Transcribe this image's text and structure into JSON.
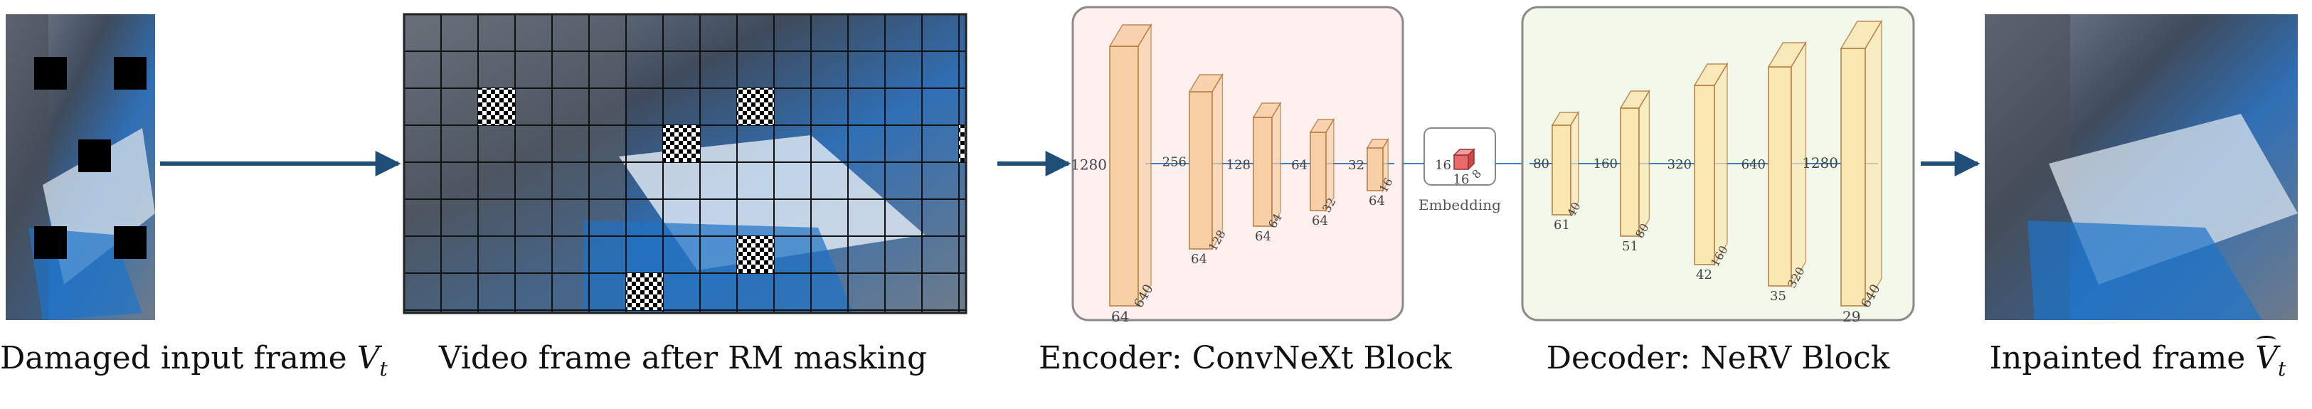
{
  "captions": {
    "damaged": {
      "text": "Damaged input frame ",
      "var": "V",
      "sub": "t"
    },
    "masked": {
      "text": "Video frame after RM masking"
    },
    "encoder": {
      "text": "Encoder: ConvNeXt Block"
    },
    "decoder": {
      "text": "Decoder: NeRV Block"
    },
    "inpainted": {
      "text": "Inpainted frame ",
      "var": "V",
      "sub": "t"
    }
  },
  "encoder": {
    "blocks": [
      {
        "channels": "1280",
        "h": "640",
        "w": "64"
      },
      {
        "channels": "256",
        "h": "128",
        "w": "64"
      },
      {
        "channels": "128",
        "h": "64",
        "w": "64"
      },
      {
        "channels": "64",
        "h": "32",
        "w": "64"
      },
      {
        "channels": "32",
        "h": "16",
        "w": "64"
      }
    ]
  },
  "embedding": {
    "label": "Embedding",
    "c": "16",
    "h": "8",
    "w": "16"
  },
  "decoder": {
    "blocks": [
      {
        "channels": "80",
        "h": "40",
        "w": "61"
      },
      {
        "channels": "160",
        "h": "80",
        "w": "51"
      },
      {
        "channels": "320",
        "h": "160",
        "w": "42"
      },
      {
        "channels": "640",
        "h": "320",
        "w": "35"
      },
      {
        "channels": "1280",
        "h": "640",
        "w": "29"
      }
    ]
  },
  "colors": {
    "arrow": "#1f4e79",
    "encoder_bg": "#fdf0ef",
    "decoder_bg": "#f3f9ea",
    "encoder_block": "#f9cfa6",
    "decoder_block": "#fbe7b2",
    "embedding_block": "#e86a6a"
  }
}
